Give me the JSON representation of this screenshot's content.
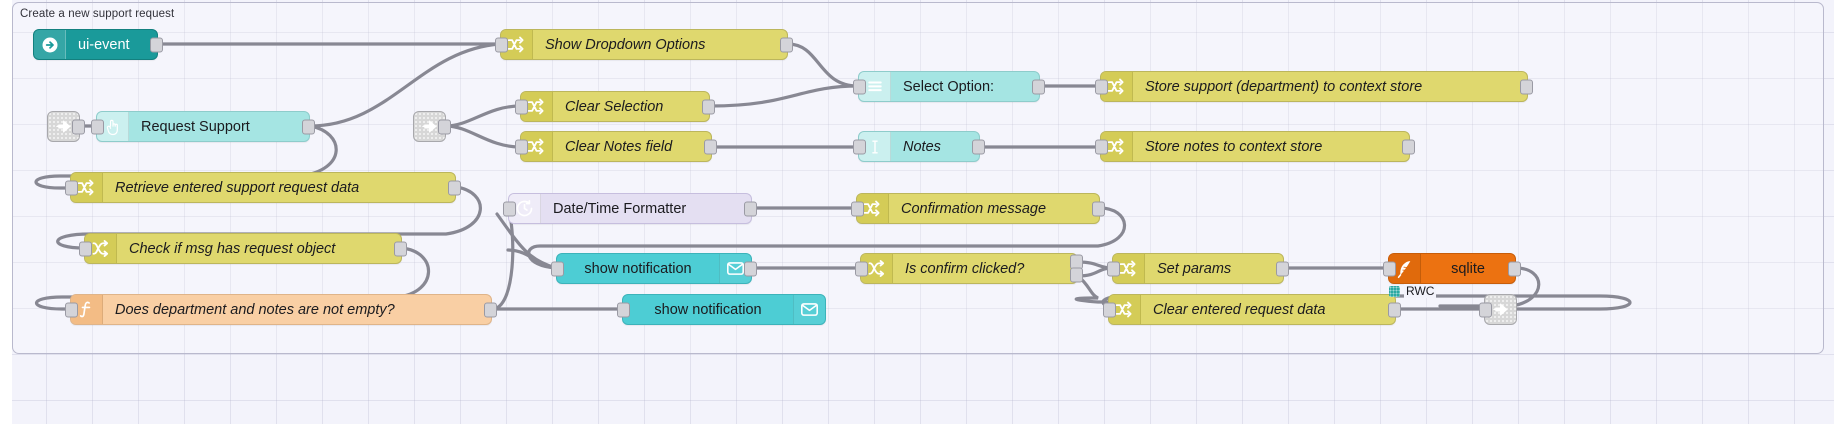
{
  "editor": {
    "app": "node-red-flow-editor",
    "canvas_background": "#f3f3fb",
    "grid_color": "#b4b4cd"
  },
  "group": {
    "label": "Create a new support request",
    "border_color": "#b9b9cd"
  },
  "palette": {
    "teal": "#1a9a9a",
    "light_blue": "#a5e5e3",
    "yellow": "#dfd86e",
    "orange": "#f9cfa4",
    "lavender": "#e4dff2",
    "cyan": "#4dcdd4",
    "sqlite_orange": "#ec7211",
    "grey": "#d8d8d8",
    "wire": "#888893",
    "port": "#d4d4d9"
  },
  "nodes": [
    {
      "id": "ui-event",
      "label": "ui-event",
      "icon": "arrow-right-circle-icon",
      "type": "ui-event"
    },
    {
      "id": "request-support",
      "label": "Request Support",
      "icon": "pointer-hand-icon",
      "type": "ui-button"
    },
    {
      "id": "show-dropdown",
      "label": "Show Dropdown Options",
      "icon": "change-icon",
      "type": "change"
    },
    {
      "id": "clear-selection",
      "label": "Clear Selection",
      "icon": "change-icon",
      "type": "change"
    },
    {
      "id": "clear-notes",
      "label": "Clear Notes field",
      "icon": "change-icon",
      "type": "change"
    },
    {
      "id": "select-option",
      "label": "Select Option:",
      "icon": "list-lines-icon",
      "type": "ui-dropdown"
    },
    {
      "id": "notes",
      "label": "Notes",
      "icon": "text-cursor-icon",
      "type": "ui-text-input"
    },
    {
      "id": "store-support",
      "label": "Store support (department) to context store",
      "icon": "change-icon",
      "type": "change"
    },
    {
      "id": "store-notes",
      "label": "Store notes to context store",
      "icon": "change-icon",
      "type": "change"
    },
    {
      "id": "retrieve-data",
      "label": "Retrieve entered support request data",
      "icon": "change-icon",
      "type": "change"
    },
    {
      "id": "check-msg",
      "label": "Check if msg has request object",
      "icon": "switch-icon",
      "type": "switch"
    },
    {
      "id": "dept-notes-empty",
      "label": "Does department and notes are not empty?",
      "icon": "function-icon",
      "type": "function"
    },
    {
      "id": "datetime",
      "label": "Date/Time Formatter",
      "icon": "clock-icon",
      "type": "date-time-formatter"
    },
    {
      "id": "confirmation",
      "label": "Confirmation message",
      "icon": "change-icon",
      "type": "change"
    },
    {
      "id": "notify-confirm",
      "label": "show notification",
      "icon": "envelope-icon",
      "type": "ui-notification"
    },
    {
      "id": "notify-bottom",
      "label": "show notification",
      "icon": "envelope-icon",
      "type": "ui-notification"
    },
    {
      "id": "is-confirm",
      "label": "Is confirm clicked?",
      "icon": "switch-icon",
      "type": "switch"
    },
    {
      "id": "set-params",
      "label": "Set params",
      "icon": "change-icon",
      "type": "change"
    },
    {
      "id": "sqlite",
      "label": "sqlite",
      "icon": "feather-icon",
      "type": "sqlite"
    },
    {
      "id": "clear-request",
      "label": "Clear entered request data",
      "icon": "change-icon",
      "type": "change"
    },
    {
      "id": "debug-out",
      "label": "",
      "icon": "debug-icon",
      "type": "debug"
    }
  ],
  "status": {
    "sqlite_status_text": "RWC",
    "sqlite_status_color": "#2aa9a3"
  },
  "subflow_ports": [
    {
      "id": "subflow-in-1",
      "icon": "subflow-input-icon"
    },
    {
      "id": "subflow-in-2",
      "icon": "subflow-input-icon"
    }
  ]
}
